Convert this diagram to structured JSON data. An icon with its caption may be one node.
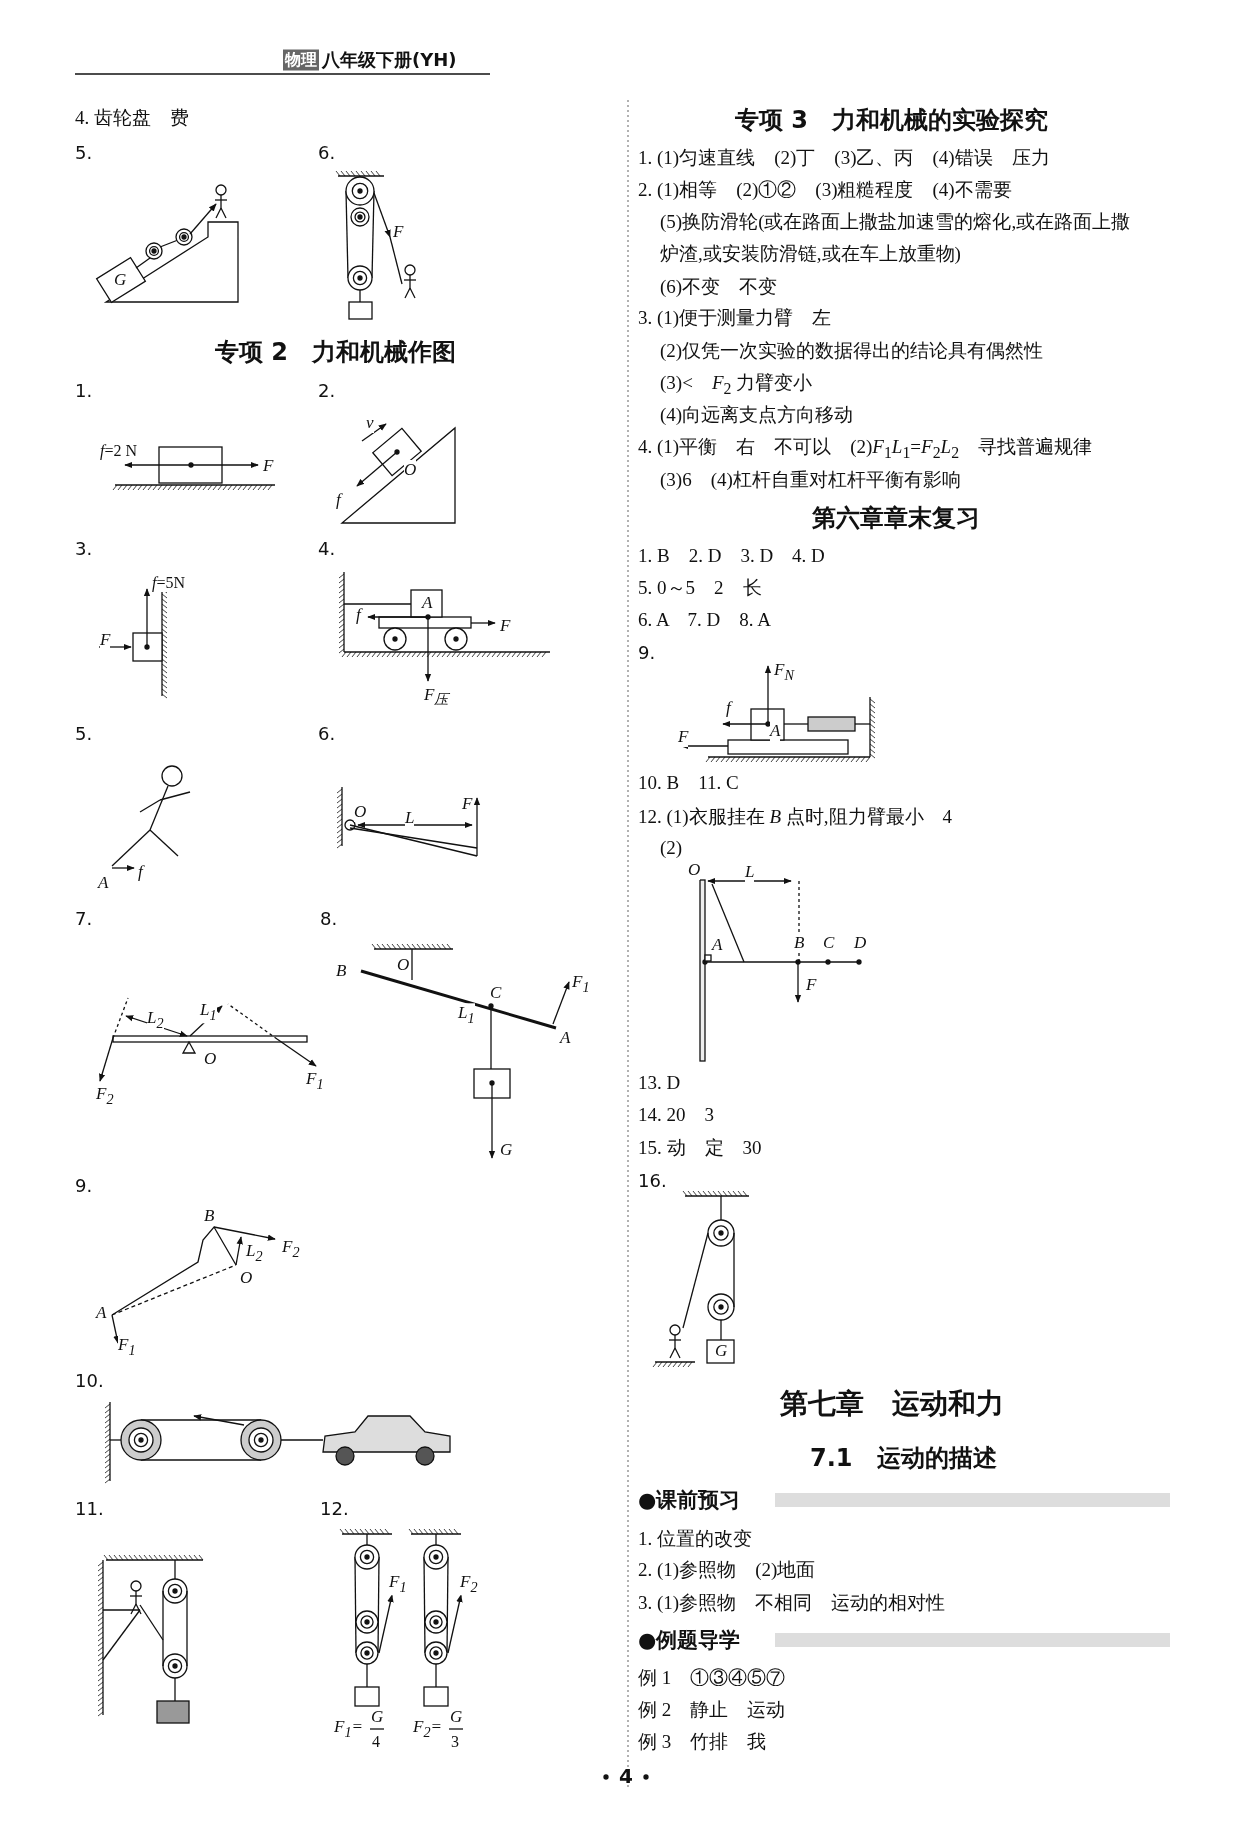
{
  "diagram": {
    "labels": [
      "物理",
      "八年级下册(YH)",
      "4. 齿轮盘　费",
      "5.",
      "G",
      "6.",
      "F",
      "专项 2　力和机械作图",
      "1.",
      "*f*=2 N",
      "F",
      "2.",
      "v",
      "O",
      "f",
      "3.",
      "*f*=5N",
      "F",
      "4.",
      "A",
      "f",
      "F",
      "F$_{压}$",
      "5.",
      "A",
      "f",
      "6.",
      "O",
      "L",
      "F",
      "7.",
      "L$_{2}$",
      "L$_{1}$",
      "O",
      "F$_{2}$",
      "F$_{1}$",
      "8.",
      "B",
      "O",
      "C",
      "F$_{1}$",
      "L$_{1}$",
      "A",
      "G",
      "9.",
      "B",
      "L$_{2}$",
      "F$_{2}$",
      "O",
      "A",
      "F$_{1}$",
      "10.",
      "11.",
      "12.",
      "F$_{1}$",
      "F$_{2}$",
      "F$_{1}$=",
      "G",
      "4",
      "F$_{2}$=",
      "G",
      "3",
      "专项 3　力和机械的实验探究",
      "1. (1)匀速直线　(2)丁　(3)乙、丙　(4)错误　压力",
      "2. (1)相等　(2)①②　(3)粗糙程度　(4)不需要",
      "(5)换防滑轮(或在路面上撒盐加速雪的熔化,或在路面上撒炉渣,或安装防滑链,或在车上放重物)",
      "(6)不变　不变",
      "3. (1)便于测量力臂　左",
      "(2)仅凭一次实验的数据得出的结论具有偶然性",
      "(3)<　*F*$_{2}$ 力臂变小",
      "(4)向远离支点方向移动",
      "4. (1)平衡　右　不可以　(2)*F*$_{1}$*L*$_{1}$=*F*$_{2}$*L*$_{2}$　寻找普遍规律",
      "(3)6　(4)杠杆自重对杠杆平衡有影响",
      "第六章章末复习",
      "1. B　2. D　3. D　4. D",
      "5. 0～5　2　长",
      "6. A　7. D　8. A",
      "9.",
      "F$_{N}$",
      "f",
      "A",
      "F",
      "10. B　11. C",
      "12. (1)衣服挂在 *B* 点时,阻力臂最小　4",
      "(2)",
      "O",
      "L",
      "A",
      "B",
      "C",
      "D",
      "F",
      "13. D",
      "14. 20　3",
      "15. 动　定　30",
      "16.",
      "G",
      "第七章　运动和力",
      "7.1　运动的描述",
      "●课前预习",
      "1. 位置的改变",
      "2. (1)参照物　(2)地面",
      "3. (1)参照物　不相同　运动的相对性",
      "●例题导学",
      "例 1　①③④⑤⑦",
      "例 2　静止　运动",
      "例 3　竹排　我",
      "4"
    ]
  }
}
